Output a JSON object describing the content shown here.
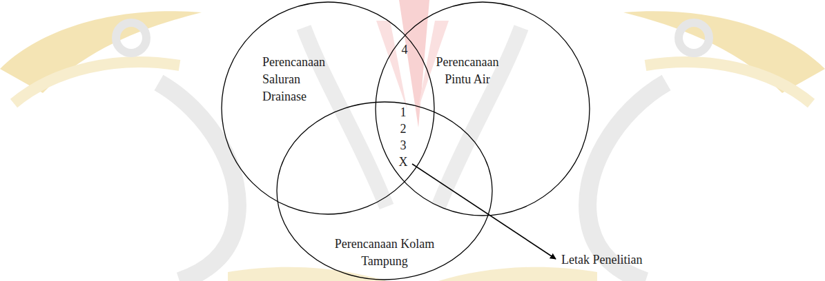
{
  "diagram": {
    "nodes": [
      {
        "text": [
          "Perencanaan Saluran Drainase"
        ]
      },
      {
        "text": [
          "Perencanaan Pintu Air"
        ]
      },
      {
        "text": [
          "Perencanaan Kolam Tampung"
        ]
      }
    ],
    "labels": [
      "4",
      "1",
      "2",
      "3",
      "X",
      "Letak Penelitian"
    ]
  }
}
